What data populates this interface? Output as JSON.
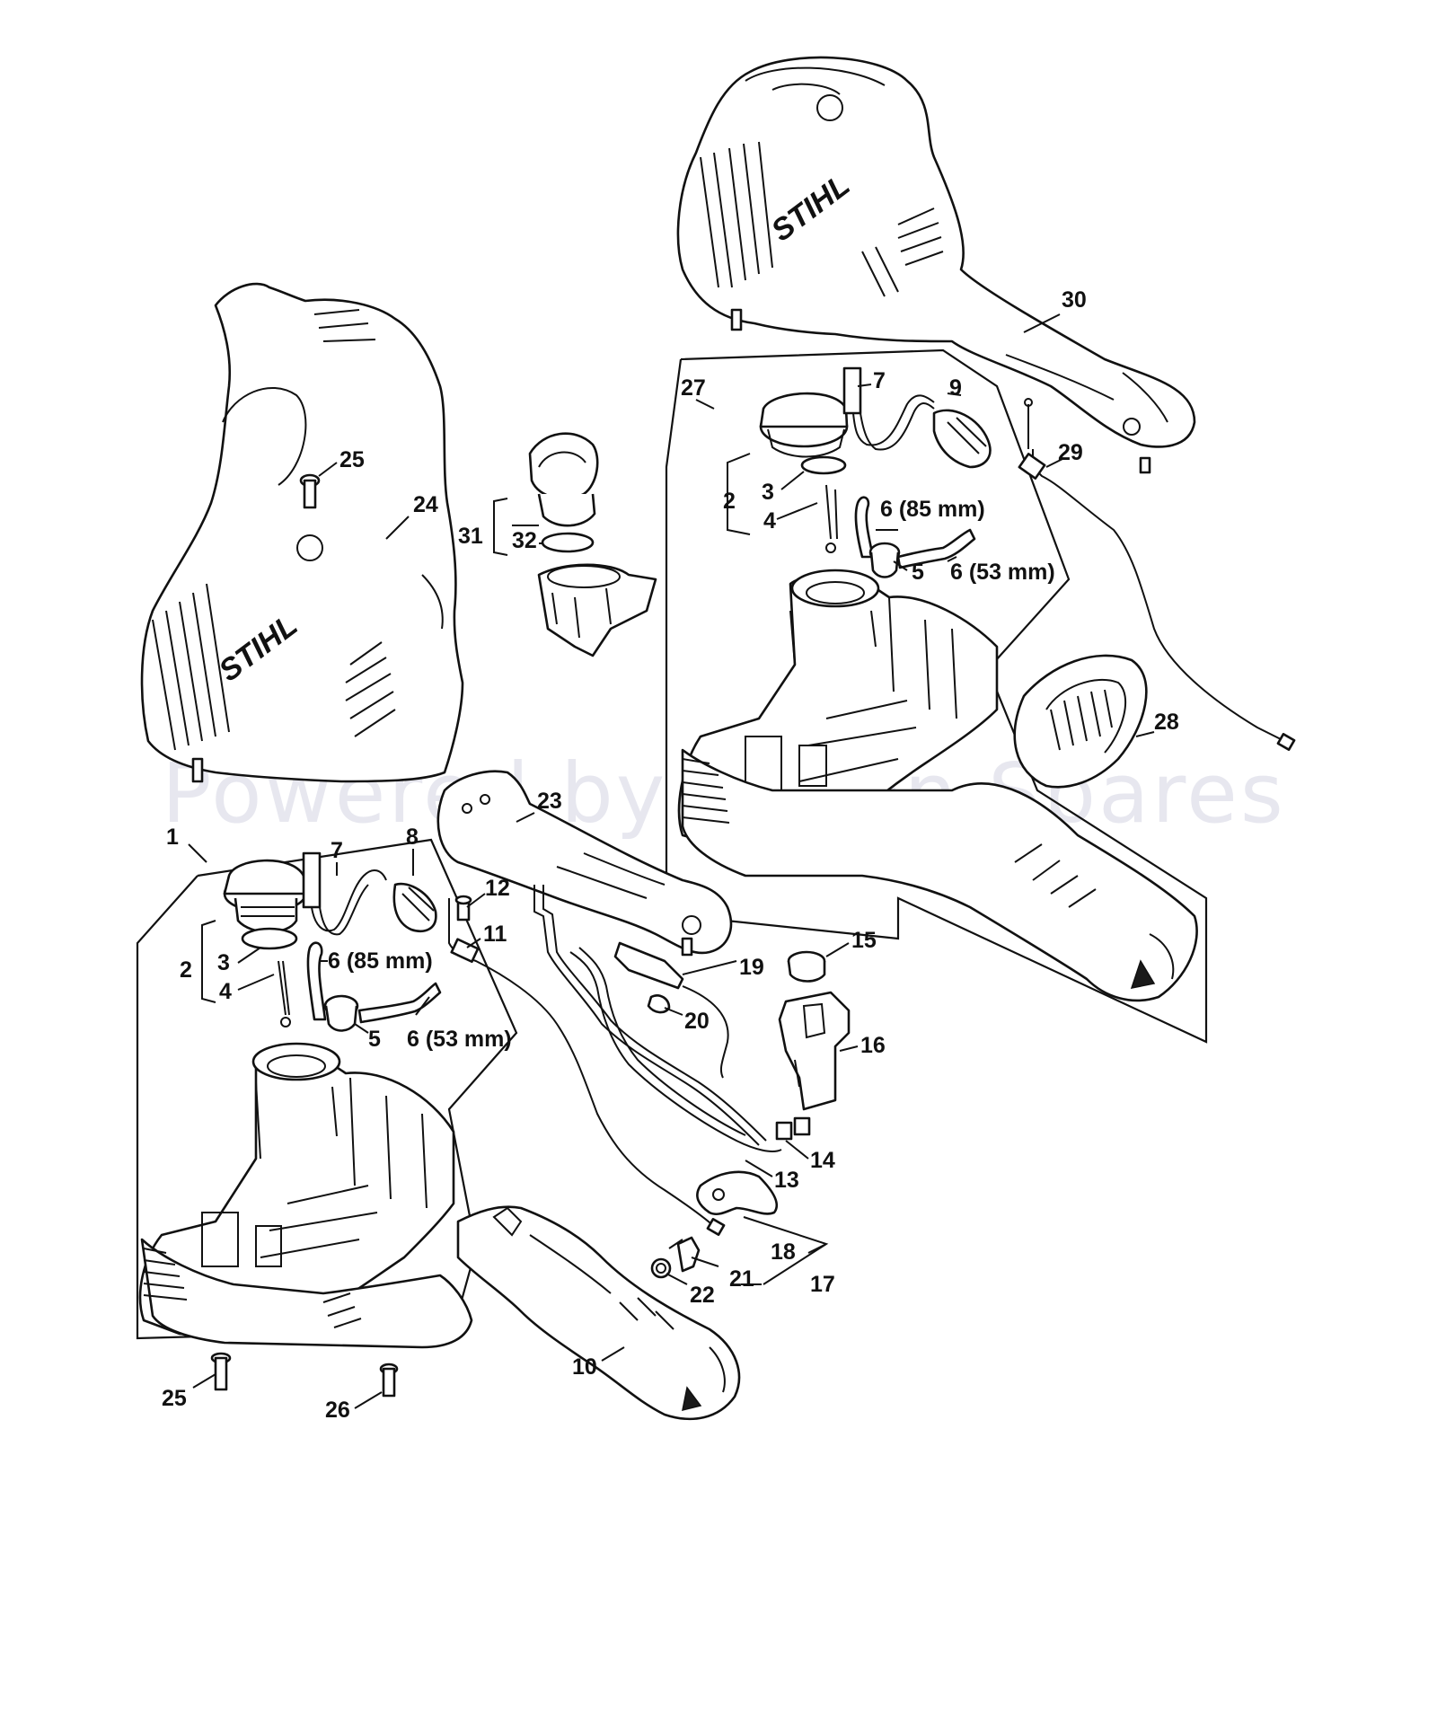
{
  "brand": "STIHL",
  "watermark": "Powered by Vision Spares",
  "callouts": {
    "c1": "1",
    "c2a": "2",
    "c3a": "3",
    "c4a": "4",
    "c5a": "5",
    "c6a_85": "6 (85 mm)",
    "c6a_53": "6 (53 mm)",
    "c7a": "7",
    "c8": "8",
    "c10": "10",
    "c11": "11",
    "c12": "12",
    "c13": "13",
    "c14": "14",
    "c15": "15",
    "c16": "16",
    "c17": "17",
    "c18": "18",
    "c19": "19",
    "c20": "20",
    "c21": "21",
    "c22": "22",
    "c23": "23",
    "c24": "24",
    "c25a": "25",
    "c25b": "25",
    "c26": "26",
    "c27": "27",
    "c2b": "2",
    "c3b": "3",
    "c4b": "4",
    "c5b": "5",
    "c6b_85": "6 (85 mm)",
    "c6b_53": "6 (53 mm)",
    "c7b": "7",
    "c9": "9",
    "c28": "28",
    "c29": "29",
    "c30": "30",
    "c31": "31",
    "c32": "32"
  }
}
